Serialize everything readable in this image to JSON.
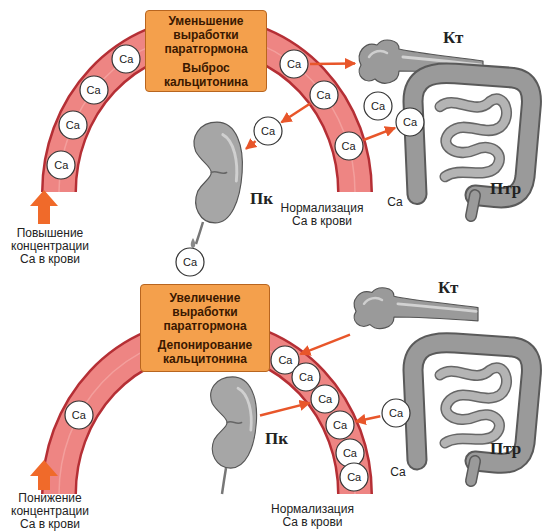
{
  "diagram": {
    "nodes": [
      {
        "text": [
          "Уменьшение выработки паратгормона",
          "Выброс кальцитонина"
        ]
      },
      {
        "text": [
          "Ca"
        ]
      },
      {
        "text": [
          "Ca"
        ]
      },
      {
        "text": [
          "Ca"
        ]
      },
      {
        "text": [
          "Ca"
        ]
      },
      {
        "text": [
          "Ca"
        ]
      },
      {
        "text": [
          "Ca"
        ]
      },
      {
        "text": [
          "Ca"
        ]
      },
      {
        "text": [
          "Ca"
        ]
      },
      {
        "text": [
          "Кт"
        ]
      },
      {
        "text": [
          "Ca"
        ]
      },
      {
        "text": [
          "Пк"
        ]
      },
      {
        "text": [
          "Ca"
        ]
      },
      {
        "text": [
          "Птр"
        ]
      },
      {
        "text": [
          "Ca"
        ]
      },
      {
        "text": [
          "Увеличение выработки паратгормона",
          "Депонирование кальцитонина"
        ]
      },
      {
        "text": [
          "Ca"
        ]
      },
      {
        "text": [
          "Ca"
        ]
      },
      {
        "text": [
          "Ca"
        ]
      },
      {
        "text": [
          "Ca"
        ]
      },
      {
        "text": [
          "Ca"
        ]
      },
      {
        "text": [
          "Ca"
        ]
      },
      {
        "text": [
          "Ca"
        ]
      },
      {
        "text": [
          "Кт"
        ]
      },
      {
        "text": [
          "Пк"
        ]
      },
      {
        "text": [
          "Ca"
        ]
      },
      {
        "text": [
          "Птр"
        ]
      }
    ],
    "edges": [
      {
        "from": 5,
        "to": 9,
        "arrow": "to"
      },
      {
        "from": 6,
        "to": 10,
        "arrow": "to"
      },
      {
        "from": 10,
        "to": 11,
        "arrow": "to"
      },
      {
        "from": 7,
        "to": 12,
        "arrow": "to"
      },
      {
        "from": 23,
        "to": 17,
        "arrow": "to"
      },
      {
        "from": 24,
        "to": 19,
        "arrow": "to"
      },
      {
        "from": 25,
        "to": 20,
        "arrow": "to"
      }
    ],
    "labels": [
      "Повышение концентрации Ca в крови",
      "Нормализация Ca в крови",
      "Ca",
      "Понижение концентрации Ca в крови",
      "Нормализация Ca в крови",
      "Ca"
    ]
  }
}
